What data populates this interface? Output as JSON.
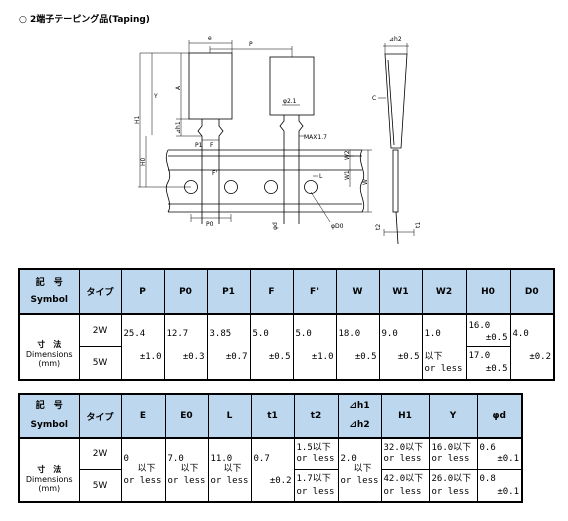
{
  "heading": "○ 2端子テーピング品(Taping)",
  "drawing": {
    "labels": [
      "e",
      "P",
      "Y",
      "A",
      "H1",
      "H0",
      "⊿h1",
      "P1",
      "F",
      "F'",
      "P0",
      "φd",
      "φD0",
      "L",
      "W2",
      "W1",
      "W",
      "φ2.1",
      "MAX1.7",
      "⊿h2",
      "C",
      "t1",
      "t2"
    ]
  },
  "table1": {
    "symbol_jp": "記　号",
    "symbol_en": "Symbol",
    "type_label": "タイプ",
    "dim_jp": "寸　法",
    "dim_en": "Dimensions",
    "dim_unit": "(mm)",
    "types": [
      "2W",
      "5W"
    ],
    "columns": [
      "P",
      "P0",
      "P1",
      "F",
      "F'",
      "W",
      "W1",
      "W2",
      "H0",
      "D0"
    ],
    "cells": [
      {
        "value": "25.4",
        "tol": "±1.0"
      },
      {
        "value": "12.7",
        "tol": "±0.3"
      },
      {
        "value": "3.85",
        "tol": "±0.7"
      },
      {
        "value": "5.0",
        "tol": "±0.5"
      },
      {
        "value": "5.0",
        "tol": "±1.0"
      },
      {
        "value": "18.0",
        "tol": "±0.5"
      },
      {
        "value": "9.0",
        "tol": "±0.5"
      },
      {
        "value": "1.0",
        "qual": "以下",
        "qual_en": "or less"
      },
      {
        "rows": [
          {
            "value": "16.0",
            "tol": "±0.5"
          },
          {
            "value": "17.0",
            "tol": "±0.5"
          }
        ]
      },
      {
        "value": "4.0",
        "tol": "±0.2"
      }
    ]
  },
  "table2": {
    "symbol_jp": "記　号",
    "symbol_en": "Symbol",
    "type_label": "タイプ",
    "dim_jp": "寸　法",
    "dim_en": "Dimensions",
    "dim_unit": "(mm)",
    "types": [
      "2W",
      "5W"
    ],
    "columns": [
      "E",
      "E0",
      "L",
      "t1",
      "t2",
      "⊿h1",
      "H1",
      "Y",
      "φd"
    ],
    "dh_line2": "⊿h2",
    "cells": [
      {
        "value": "0",
        "qual": "以下",
        "qual_en": "or less"
      },
      {
        "value": "7.0",
        "qual": "以下",
        "qual_en": "or less"
      },
      {
        "value": "11.0",
        "qual": "以下",
        "qual_en": "or less"
      },
      {
        "value": "0.7",
        "tol": "±0.2"
      },
      {
        "rows": [
          {
            "value": "1.5以下",
            "qual_en": "or less"
          },
          {
            "value": "1.7以下",
            "qual_en": "or less"
          }
        ]
      },
      {
        "value": "2.0",
        "qual": "以下",
        "qual_en": "or less"
      },
      {
        "rows": [
          {
            "value": "32.0以下",
            "qual_en": "or less"
          },
          {
            "value": "42.0以下",
            "qual_en": "or less"
          }
        ]
      },
      {
        "rows": [
          {
            "value": "16.0以下",
            "qual_en": "or less"
          },
          {
            "value": "26.0以下",
            "qual_en": "or less"
          }
        ]
      },
      {
        "rows": [
          {
            "value": "0.6",
            "tol": "±0.1"
          },
          {
            "value": "0.8",
            "tol": "±0.1"
          }
        ]
      }
    ]
  }
}
